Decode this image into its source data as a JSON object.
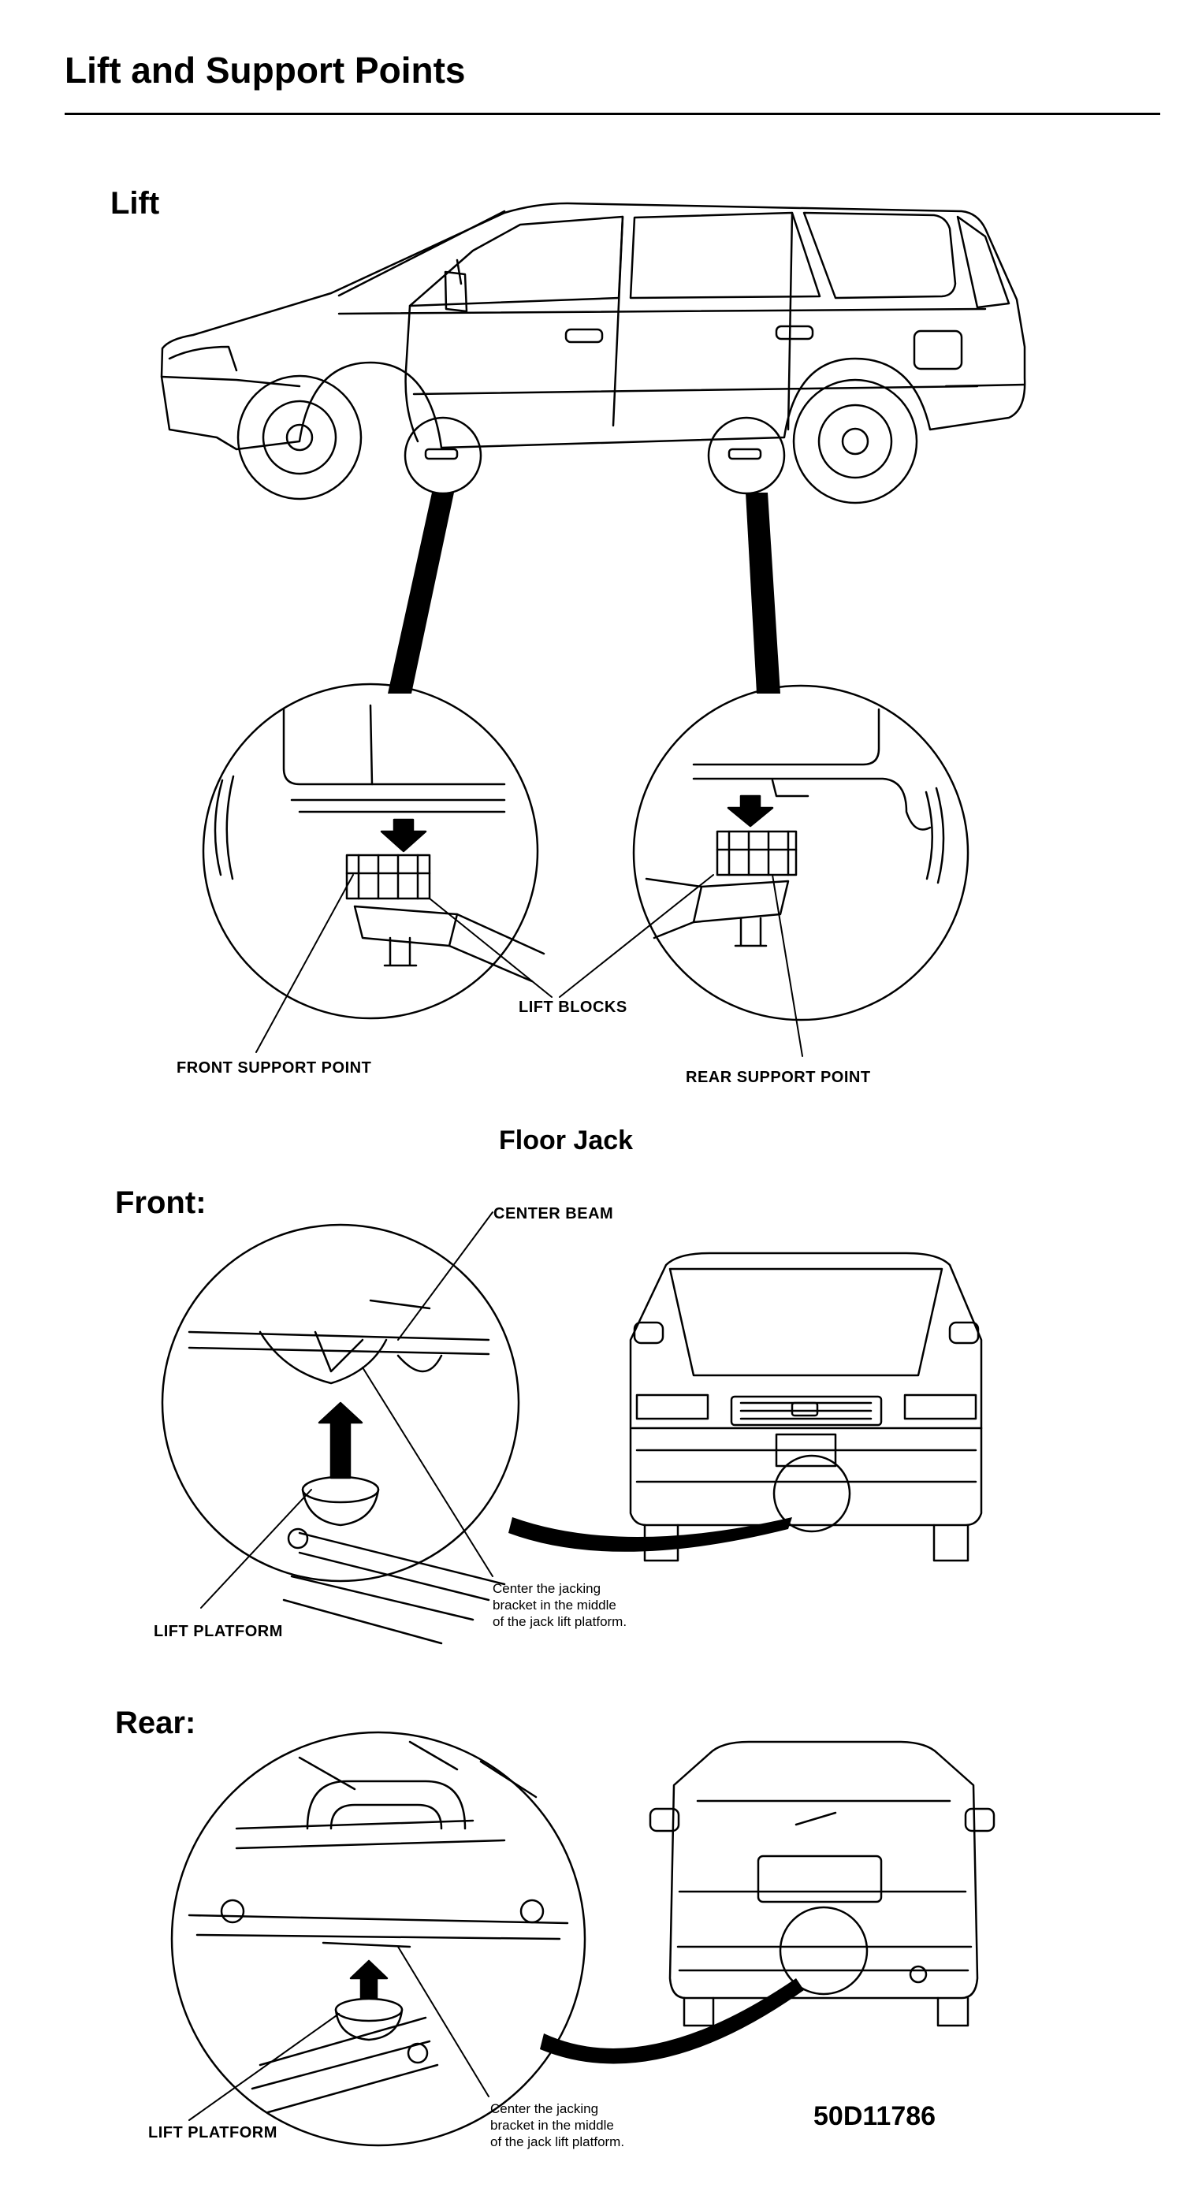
{
  "header": {
    "title": "Lift and Support Points"
  },
  "lift": {
    "heading": "Lift",
    "labels": {
      "lift_blocks": "LIFT BLOCKS",
      "front_support_point": "FRONT SUPPORT POINT",
      "rear_support_point": "REAR SUPPORT POINT"
    }
  },
  "floor_jack": {
    "heading": "Floor Jack",
    "front": {
      "heading": "Front:",
      "center_beam_label": "CENTER BEAM",
      "lift_platform_label": "LIFT PLATFORM",
      "note_lines": [
        "Center the jacking",
        "bracket in the middle",
        "of the jack lift platform."
      ]
    },
    "rear": {
      "heading": "Rear:",
      "lift_platform_label": "LIFT PLATFORM",
      "note_lines": [
        "Center the jacking",
        "bracket in the middle",
        "of the jack lift platform."
      ]
    }
  },
  "figure_code": "50D11786"
}
